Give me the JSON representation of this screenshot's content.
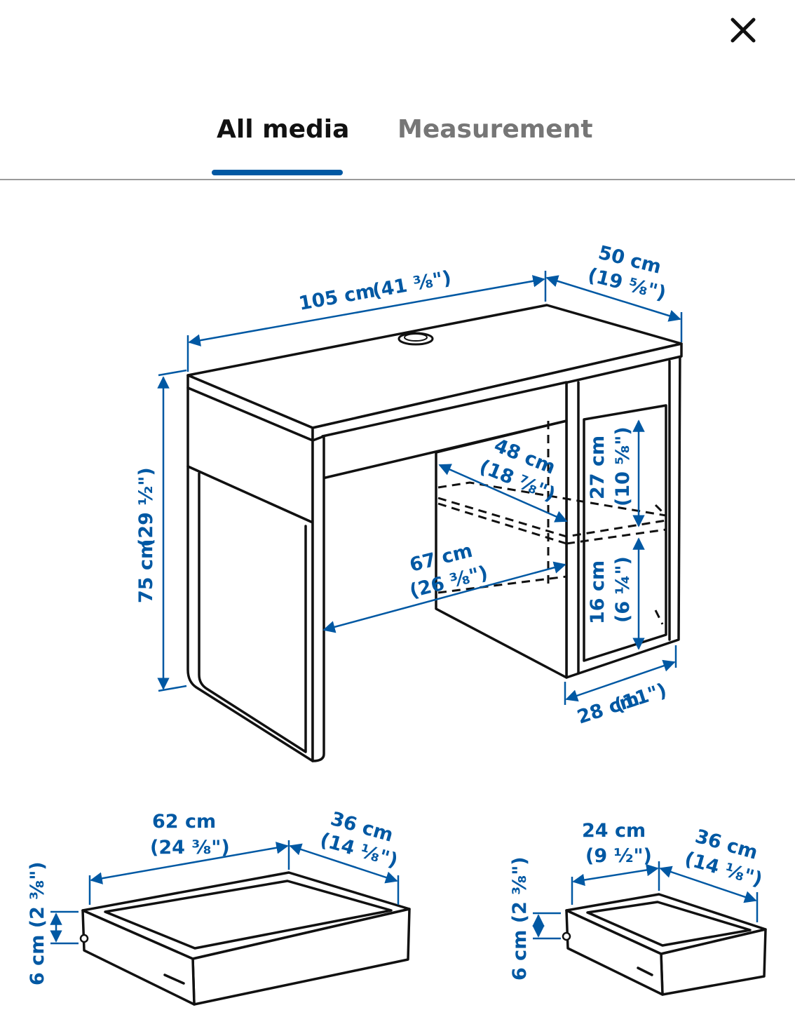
{
  "header": {
    "close_icon": "close-icon"
  },
  "tabs": [
    {
      "label": "All media",
      "active": true
    },
    {
      "label": "Measurement",
      "active": false
    }
  ],
  "colors": {
    "accent": "#0058a3",
    "active_tab_text": "#111111",
    "inactive_tab_text": "#767676"
  },
  "drawing": {
    "desk": {
      "width_cm": "105 cm",
      "width_in": "(41 ⅜\")",
      "depth_cm": "50 cm",
      "depth_in": "(19 ⅝\")",
      "height_cm": "75 cm",
      "height_in": "(29 ½\")",
      "knee_depth_cm": "48 cm",
      "knee_depth_in": "(18 ⅞\")",
      "knee_width_cm": "67 cm",
      "knee_width_in": "(26 ⅜\")",
      "shelf_upper_cm": "27 cm",
      "shelf_upper_in": "(10 ⅝\")",
      "shelf_lower_cm": "16 cm",
      "shelf_lower_in": "(6 ¼\")",
      "cabinet_width_cm": "28 cm",
      "cabinet_width_in": "(11\")"
    },
    "drawer_large": {
      "width_cm": "62 cm",
      "width_in": "(24 ⅜\")",
      "depth_cm": "36 cm",
      "depth_in": "(14 ⅛\")",
      "height_text": "6 cm (2 ⅜\")"
    },
    "drawer_small": {
      "width_cm": "24 cm",
      "width_in": "(9 ½\")",
      "depth_cm": "36 cm",
      "depth_in": "(14 ⅛\")",
      "height_text": "6 cm (2 ⅜\")"
    }
  }
}
